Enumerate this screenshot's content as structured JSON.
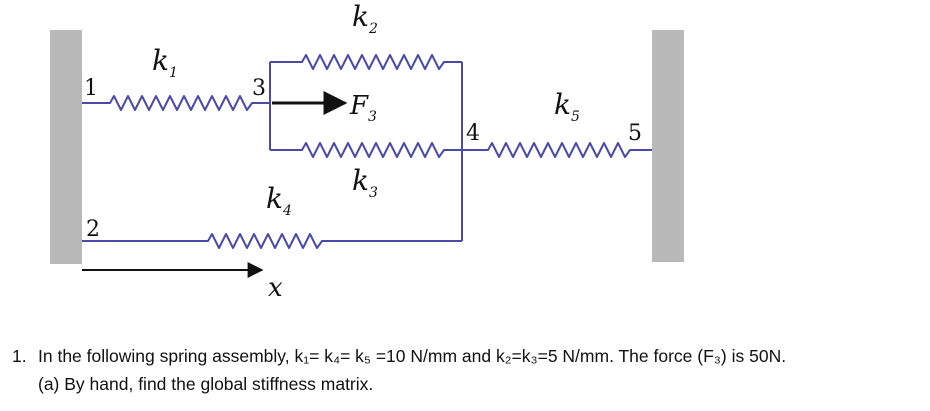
{
  "figure": {
    "spring_labels": {
      "k1": {
        "base": "k",
        "sub": "1"
      },
      "k2": {
        "base": "k",
        "sub": "2"
      },
      "k3": {
        "base": "k",
        "sub": "3"
      },
      "k4": {
        "base": "k",
        "sub": "4"
      },
      "k5": {
        "base": "k",
        "sub": "5"
      }
    },
    "force_label": {
      "base": "F",
      "sub": "3"
    },
    "node_labels": [
      "1",
      "2",
      "3",
      "4",
      "5"
    ],
    "axis_label": "x"
  },
  "problem": {
    "number": "1.",
    "statement": "In the following spring assembly, k₁= k₄= k₅ =10 N/mm and k₂=k₃=5 N/mm. The force (F₃) is 50N.",
    "part_a": "(a)  By hand, find the global stiffness matrix."
  }
}
